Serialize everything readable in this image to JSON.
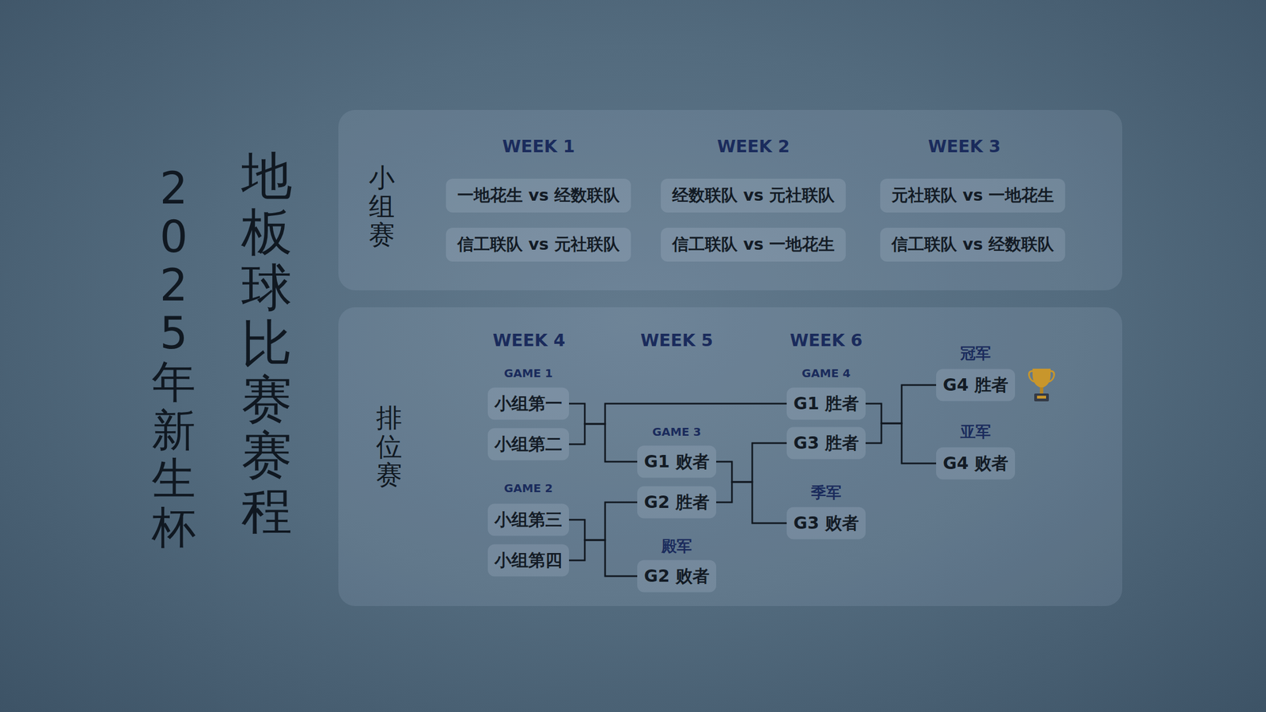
{
  "diagram": {
    "title": "地板球比赛赛程",
    "nodes": [
      {
        "text": [
          "一地花生 vs 经数联队"
        ]
      },
      {
        "text": [
          "信工联队 vs 元社联队"
        ]
      },
      {
        "text": [
          "经数联队 vs 元社联队"
        ]
      },
      {
        "text": [
          "信工联队 vs 一地花生"
        ]
      },
      {
        "text": [
          "元社联队 vs 一地花生"
        ]
      },
      {
        "text": [
          "信工联队 vs 经数联队"
        ]
      },
      {
        "text": [
          "小组第一"
        ]
      },
      {
        "text": [
          "小组第二"
        ]
      },
      {
        "text": [
          "小组第三"
        ]
      },
      {
        "text": [
          "小组第四"
        ]
      },
      {
        "text": [
          "G1 败者"
        ]
      },
      {
        "text": [
          "G2 胜者"
        ]
      },
      {
        "text": [
          "G2 败者"
        ]
      },
      {
        "text": [
          "G1 胜者"
        ]
      },
      {
        "text": [
          "G3 胜者"
        ]
      },
      {
        "text": [
          "G3 败者"
        ]
      },
      {
        "text": [
          "G4 胜者"
        ]
      },
      {
        "text": [
          "G4 败者"
        ]
      }
    ],
    "edges": [
      {
        "from": 6,
        "to": 13,
        "arrow": "none"
      },
      {
        "from": 6,
        "to": 10,
        "arrow": "none"
      },
      {
        "from": 7,
        "to": 13,
        "arrow": "none"
      },
      {
        "from": 7,
        "to": 10,
        "arrow": "none"
      },
      {
        "from": 8,
        "to": 11,
        "arrow": "none"
      },
      {
        "from": 8,
        "to": 12,
        "arrow": "none"
      },
      {
        "from": 9,
        "to": 11,
        "arrow": "none"
      },
      {
        "from": 9,
        "to": 12,
        "arrow": "none"
      },
      {
        "from": 10,
        "to": 14,
        "arrow": "none"
      },
      {
        "from": 10,
        "to": 15,
        "arrow": "none"
      },
      {
        "from": 11,
        "to": 14,
        "arrow": "none"
      },
      {
        "from": 11,
        "to": 15,
        "arrow": "none"
      },
      {
        "from": 13,
        "to": 16,
        "arrow": "none"
      },
      {
        "from": 13,
        "to": 17,
        "arrow": "none"
      },
      {
        "from": 14,
        "to": 16,
        "arrow": "none"
      },
      {
        "from": 14,
        "to": 17,
        "arrow": "none"
      }
    ],
    "labels": [
      "2025年新生杯",
      "小组赛",
      "排位赛",
      "WEEK 1",
      "WEEK 2",
      "WEEK 3",
      "WEEK 4",
      "WEEK 5",
      "WEEK 6",
      "GAME 1",
      "GAME 2",
      "GAME 3",
      "GAME 4",
      "冠军",
      "亚军",
      "季军",
      "殿军"
    ]
  }
}
